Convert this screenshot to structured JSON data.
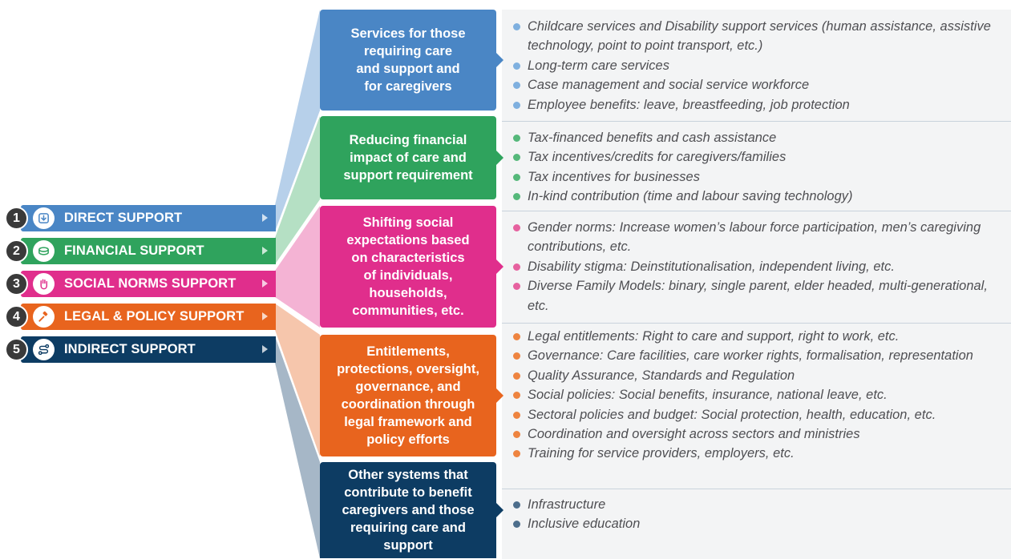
{
  "colors": {
    "blue": "#4a86c5",
    "green": "#2fa35d",
    "pink": "#e02e8c",
    "orange": "#e8641e",
    "navy": "#0d3c63",
    "blue_light": "#b7d0ea",
    "green_light": "#b5e0c4",
    "pink_light": "#f4b3d4",
    "orange_light": "#f6c6ac",
    "navy_light": "#a6b7c7",
    "blue_dot": "#7fb0df",
    "green_dot": "#55b87a",
    "pink_dot": "#e6619f",
    "orange_dot": "#ee8440",
    "navy_dot": "#4d6e8c"
  },
  "pillars": [
    {
      "num": "1",
      "label": "DIRECT SUPPORT",
      "icon": "hand-down-icon",
      "color": "#4a86c5"
    },
    {
      "num": "2",
      "label": "FINANCIAL SUPPORT",
      "icon": "coins-icon",
      "color": "#2fa35d"
    },
    {
      "num": "3",
      "label": "SOCIAL NORMS SUPPORT",
      "icon": "raised-hand-icon",
      "color": "#e02e8c"
    },
    {
      "num": "4",
      "label": "LEGAL & POLICY SUPPORT",
      "icon": "gavel-icon",
      "color": "#e8641e"
    },
    {
      "num": "5",
      "label": "INDIRECT SUPPORT",
      "icon": "route-icon",
      "color": "#0d3c63"
    }
  ],
  "categories": [
    {
      "title": "Services for those\nrequiring care\nand support and\nfor caregivers",
      "items": [
        "Childcare services and Disability support services (human assistance, assistive technology, point to point transport, etc.)",
        "Long-term care services",
        "Case management and social service workforce",
        "Employee benefits: leave, breastfeeding, job protection"
      ]
    },
    {
      "title": "Reducing financial\nimpact of care and\nsupport requirement",
      "items": [
        "Tax-financed benefits and cash assistance",
        "Tax incentives/credits for caregivers/families",
        "Tax incentives for businesses",
        "In-kind contribution (time and labour saving technology)"
      ]
    },
    {
      "title": "Shifting social\nexpectations based\non characteristics\nof individuals,\nhouseholds,\ncommunities, etc.",
      "items": [
        "Gender norms: Increase women’s labour force participation, men’s caregiving contributions, etc.",
        "Disability stigma: Deinstitutionalisation, independent living, etc.",
        "Diverse Family Models: binary, single parent, elder headed, multi-generational, etc."
      ]
    },
    {
      "title": "Entitlements,\nprotections, oversight,\ngovernance, and\ncoordination through\nlegal framework and\npolicy efforts",
      "items": [
        "Legal entitlements: Right to care and support, right to work, etc.",
        "Governance: Care facilities, care worker rights, formalisation, representation",
        "Quality Assurance, Standards and Regulation",
        "Social policies: Social benefits, insurance, national leave, etc.",
        "Sectoral policies and budget: Social protection, health, education, etc.",
        "Coordination and oversight across sectors and ministries",
        "Training for service providers, employers, etc."
      ]
    },
    {
      "title": "Other systems that\ncontribute to benefit\ncaregivers and those\nrequiring care and\nsupport",
      "items": [
        "Infrastructure",
        "Inclusive education"
      ]
    }
  ]
}
